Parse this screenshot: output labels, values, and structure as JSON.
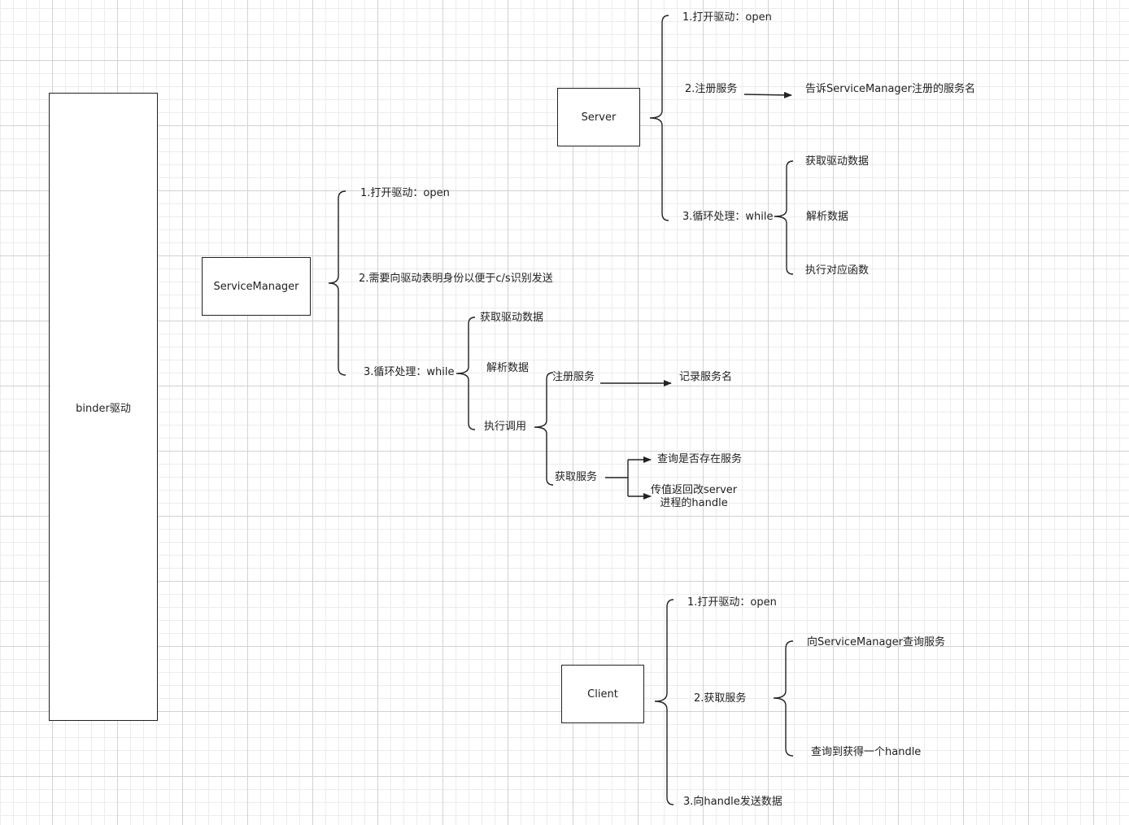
{
  "nodes": {
    "binder": "binder驱动",
    "service_manager": "ServiceManager",
    "server": "Server",
    "client": "Client"
  },
  "service_manager": {
    "step1": "1.打开驱动：open",
    "step2": "2.需要向驱动表明身份以便于c/s识别发送",
    "step3": "3.循环处理：while",
    "loop": {
      "get_data": "获取驱动数据",
      "parse": "解析数据",
      "execute": "执行调用"
    },
    "execute": {
      "register": "注册服务",
      "register_result": "记录服务名",
      "get_service": "获取服务",
      "query_exists": "查询是否存在服务",
      "return_handle_line1": "传值返回改server",
      "return_handle_line2": "进程的handle"
    }
  },
  "server": {
    "step1": "1.打开驱动：open",
    "step2": "2.注册服务",
    "step2_result": "告诉ServiceManager注册的服务名",
    "step3": "3.循环处理：while",
    "loop": {
      "get_data": "获取驱动数据",
      "parse": "解析数据",
      "execute": "执行对应函数"
    }
  },
  "client": {
    "step1": "1.打开驱动：open",
    "step2": "2.获取服务",
    "step2_sub1": "向ServiceManager查询服务",
    "step2_sub2": "查询到获得一个handle",
    "step3": "3.向handle发送数据"
  }
}
